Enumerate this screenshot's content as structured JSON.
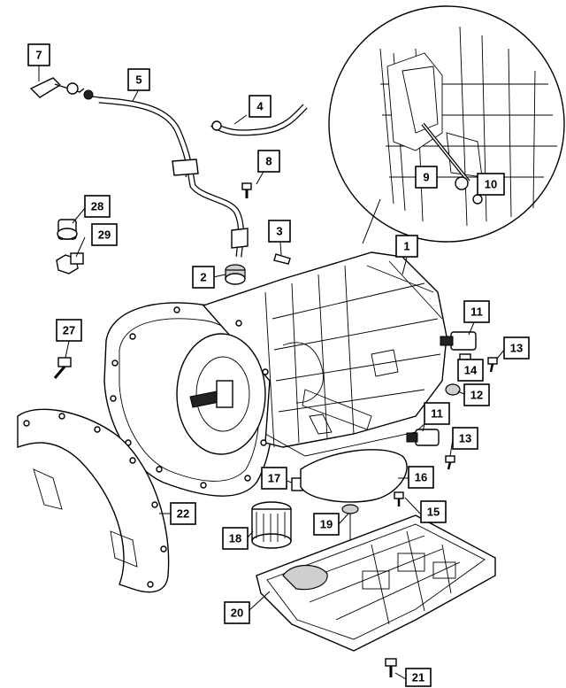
{
  "diagram": {
    "callouts": [
      {
        "id": "c1",
        "label": "1"
      },
      {
        "id": "c2",
        "label": "2"
      },
      {
        "id": "c3",
        "label": "3"
      },
      {
        "id": "c4",
        "label": "4"
      },
      {
        "id": "c5",
        "label": "5"
      },
      {
        "id": "c7",
        "label": "7"
      },
      {
        "id": "c8",
        "label": "8"
      },
      {
        "id": "c9",
        "label": "9"
      },
      {
        "id": "c10",
        "label": "10"
      },
      {
        "id": "c11a",
        "label": "11"
      },
      {
        "id": "c11b",
        "label": "11"
      },
      {
        "id": "c12",
        "label": "12"
      },
      {
        "id": "c13a",
        "label": "13"
      },
      {
        "id": "c13b",
        "label": "13"
      },
      {
        "id": "c14",
        "label": "14"
      },
      {
        "id": "c15",
        "label": "15"
      },
      {
        "id": "c16",
        "label": "16"
      },
      {
        "id": "c17",
        "label": "17"
      },
      {
        "id": "c18",
        "label": "18"
      },
      {
        "id": "c19",
        "label": "19"
      },
      {
        "id": "c20",
        "label": "20"
      },
      {
        "id": "c21",
        "label": "21"
      },
      {
        "id": "c22",
        "label": "22"
      },
      {
        "id": "c27",
        "label": "27"
      },
      {
        "id": "c28",
        "label": "28"
      },
      {
        "id": "c29",
        "label": "29"
      }
    ]
  }
}
